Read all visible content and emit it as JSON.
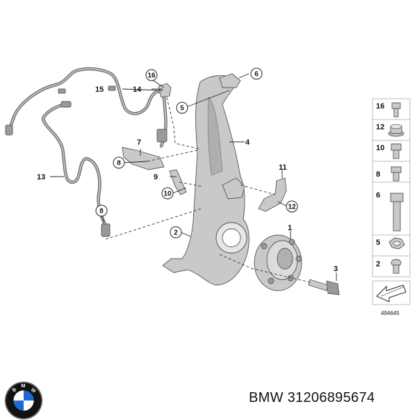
{
  "callouts_circled": [
    {
      "id": "c16",
      "label": "16"
    },
    {
      "id": "c6",
      "label": "6"
    },
    {
      "id": "c5",
      "label": "5"
    },
    {
      "id": "c8a",
      "label": "8"
    },
    {
      "id": "c10",
      "label": "10"
    },
    {
      "id": "c12",
      "label": "12"
    },
    {
      "id": "c2",
      "label": "2"
    },
    {
      "id": "c8b",
      "label": "8"
    }
  ],
  "callouts_plain": [
    {
      "id": "p15",
      "label": "15"
    },
    {
      "id": "p14",
      "label": "14"
    },
    {
      "id": "p4",
      "label": "4"
    },
    {
      "id": "p7",
      "label": "7"
    },
    {
      "id": "p9",
      "label": "9"
    },
    {
      "id": "p11",
      "label": "11"
    },
    {
      "id": "p13",
      "label": "13"
    },
    {
      "id": "p1",
      "label": "1"
    },
    {
      "id": "p3",
      "label": "3"
    }
  ],
  "parts_table": {
    "rows": [
      {
        "label": "16",
        "icon": "bolt-icon"
      },
      {
        "label": "12",
        "icon": "flange-nut-icon"
      },
      {
        "label": "10",
        "icon": "bolt-icon"
      },
      {
        "label": "8",
        "icon": "bolt-icon"
      },
      {
        "label": "6",
        "icon": "long-bolt-icon"
      },
      {
        "label": "5",
        "icon": "nut-icon"
      },
      {
        "label": "2",
        "icon": "torx-bolt-icon"
      }
    ]
  },
  "reference_number": "494645",
  "part_number": "BMW 31206895674",
  "colors": {
    "part_fill": "#c9c9c9",
    "part_stroke": "#555555",
    "logo_blue": "#1c69d4",
    "logo_ring": "#111111"
  }
}
